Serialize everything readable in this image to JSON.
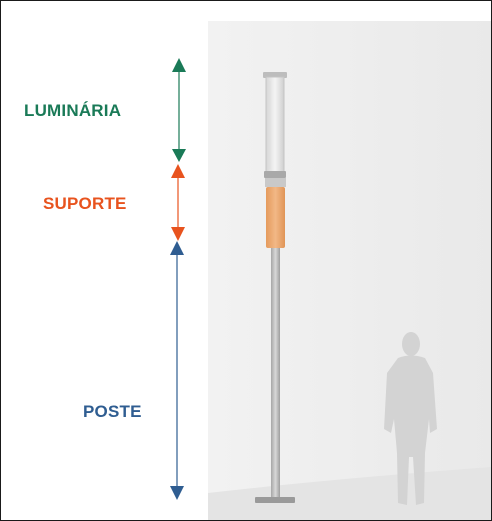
{
  "labels": {
    "luminaria": "LUMINÁRIA",
    "suporte": "SUPORTE",
    "poste": "POSTE"
  },
  "colors": {
    "luminaria": "#1a7a57",
    "suporte": "#e8531e",
    "poste": "#2f5d91",
    "support_sleeve": "#eeab74",
    "backdrop": "#eeeeee",
    "silhouette": "#d3d3d3"
  }
}
